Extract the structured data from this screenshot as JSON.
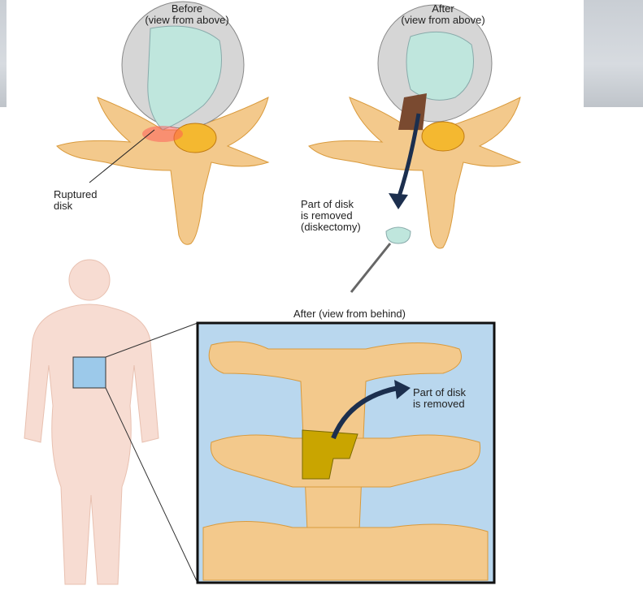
{
  "labels": {
    "before_title": "Before",
    "before_sub": "(view from above)",
    "after_title": "After",
    "after_sub": "(view from above)",
    "ruptured_1": "Ruptured",
    "ruptured_2": "disk",
    "removed_1": "Part of disk",
    "removed_2": "is removed",
    "removed_3": "(diskectomy)",
    "behind_title": "After (view from behind)",
    "behind_removed_1": "Part of disk",
    "behind_removed_2": "is removed"
  },
  "colors": {
    "disk_nucleus": "#bfe6dd",
    "bone": "#f3c98c",
    "inset_bg": "#b9d7ee",
    "arrow": "#1c2f4e"
  }
}
